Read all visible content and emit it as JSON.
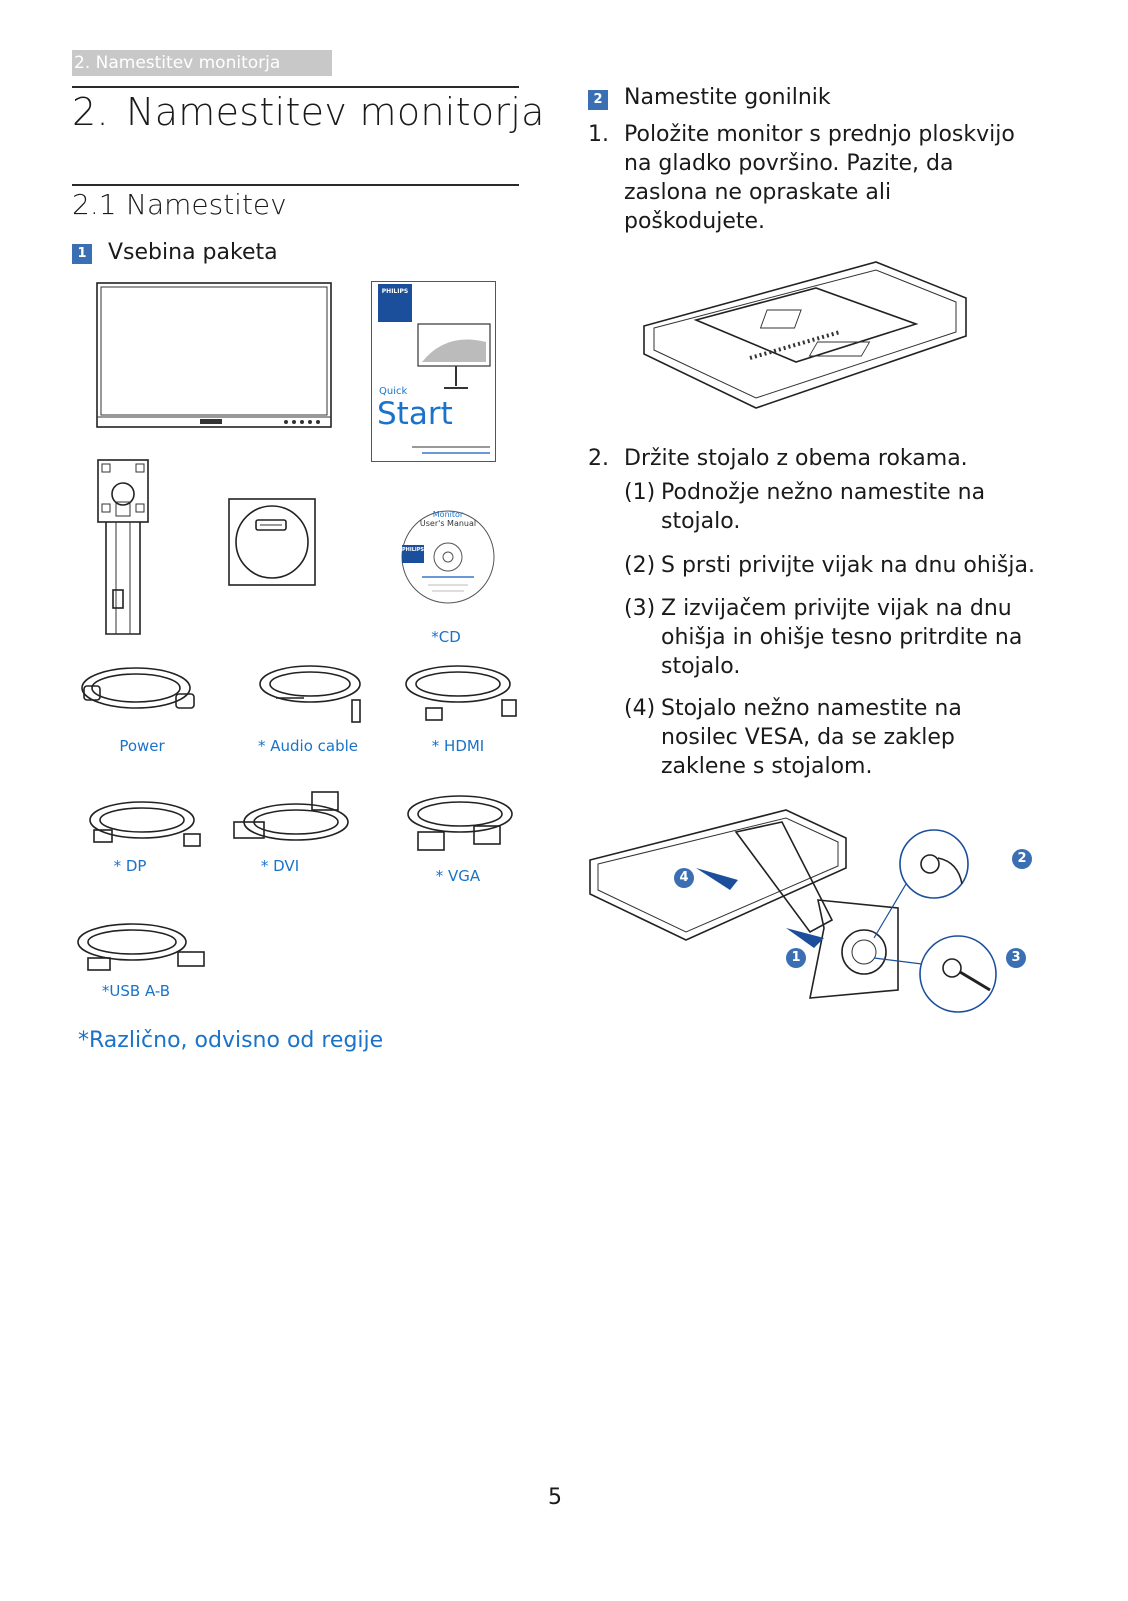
{
  "header": {
    "tab_label": "2. Namestitev monitorja"
  },
  "title": {
    "number": "2.",
    "text": "Namestitev monitorja"
  },
  "section": {
    "number": "2.1",
    "text": "Namestitev"
  },
  "package": {
    "badge": "1",
    "heading": "Vsebina paketa",
    "quickstart": {
      "brand": "PHILIPS",
      "small": "Quick",
      "big": "Start"
    },
    "cd": {
      "line1": "Monitor",
      "line2": "User's Manual",
      "brand": "PHILIPS"
    },
    "captions": {
      "cd": "*CD",
      "power": "Power",
      "audio": "* Audio cable",
      "hdmi": "* HDMI",
      "dp": "* DP",
      "dvi": "* DVI",
      "vga": "* VGA",
      "usb": "*USB A-B"
    },
    "footnote": "*Različno, odvisno od regije"
  },
  "driver": {
    "badge": "2",
    "heading": "Namestite gonilnik",
    "step1_num": "1.",
    "step1_text": "Položite monitor s prednjo ploskvijo na gladko površino. Pazite, da zaslona ne opraskate ali poškodujete.",
    "step2_num": "2.",
    "step2_text": "Držite stojalo z obema rokama.",
    "sub": [
      {
        "num": "(1)",
        "text": "Podnožje nežno namestite na stojalo."
      },
      {
        "num": "(2)",
        "text": "S prsti privijte vijak na dnu ohišja."
      },
      {
        "num": "(3)",
        "text": "Z izvijačem privijte vijak na dnu ohišja in ohišje tesno pritrdite na stojalo."
      },
      {
        "num": "(4)",
        "text": "Stojalo nežno namestite na nosilec VESA, da se zaklep zaklene s stojalom."
      }
    ],
    "callouts": [
      "1",
      "2",
      "3",
      "4"
    ]
  },
  "page_number": "5"
}
